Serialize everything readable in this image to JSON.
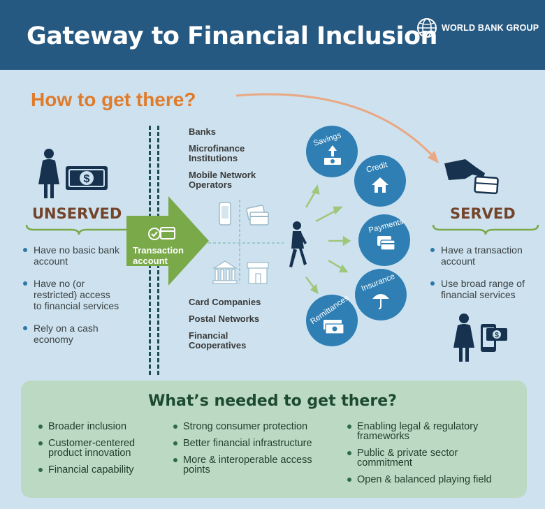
{
  "header": {
    "title": "Gateway to Financial Inclusion",
    "logo_text": "WORLD BANK GROUP"
  },
  "how_title": "How to get there?",
  "unserved": {
    "label": "UNSERVED",
    "bullets": [
      "Have no basic bank account",
      "Have no (or restricted) access to financial services",
      "Rely on a cash economy"
    ]
  },
  "served": {
    "label": "SERVED",
    "bullets": [
      "Have a transaction account",
      "Use broad range of financial services"
    ]
  },
  "transaction_account": "Transaction account",
  "providers_top": [
    "Banks",
    "Microfinance Institutions",
    "Mobile Network Operators"
  ],
  "providers_bottom": [
    "Card Companies",
    "Postal Networks",
    "Financial Cooperatives"
  ],
  "services": [
    "Savings",
    "Credit",
    "Payments",
    "Insurance",
    "Remittances"
  ],
  "needed": {
    "title": "What’s needed to get there?",
    "col1": [
      "Broader inclusion",
      "Customer-centered product innovation",
      "Financial capability"
    ],
    "col2": [
      "Strong consumer protection",
      "Better financial infrastructure",
      "More & interoperable access points"
    ],
    "col3": [
      "Enabling legal & regulatory frameworks",
      "Public & private sector commitment",
      "Open & balanced playing field"
    ]
  },
  "colors": {
    "header_bg": "#265982",
    "background": "#cde2ee",
    "accent_orange": "#e07b2c",
    "label_brown": "#73432a",
    "circle_blue": "#2f7fb4",
    "arrow_green": "#7aa94a",
    "box_green": "#bcd9c4",
    "figure_navy": "#16324f"
  },
  "icons": {
    "logo": "globe-icon",
    "unserved": [
      "woman-icon",
      "cash-icon"
    ],
    "served": [
      "hand-card-icon",
      "woman-icon",
      "phone-payment-icon"
    ],
    "providers": [
      "mobile-phone-icon",
      "card-icon",
      "bank-icon",
      "shop-icon"
    ],
    "person": "walking-woman-icon"
  }
}
